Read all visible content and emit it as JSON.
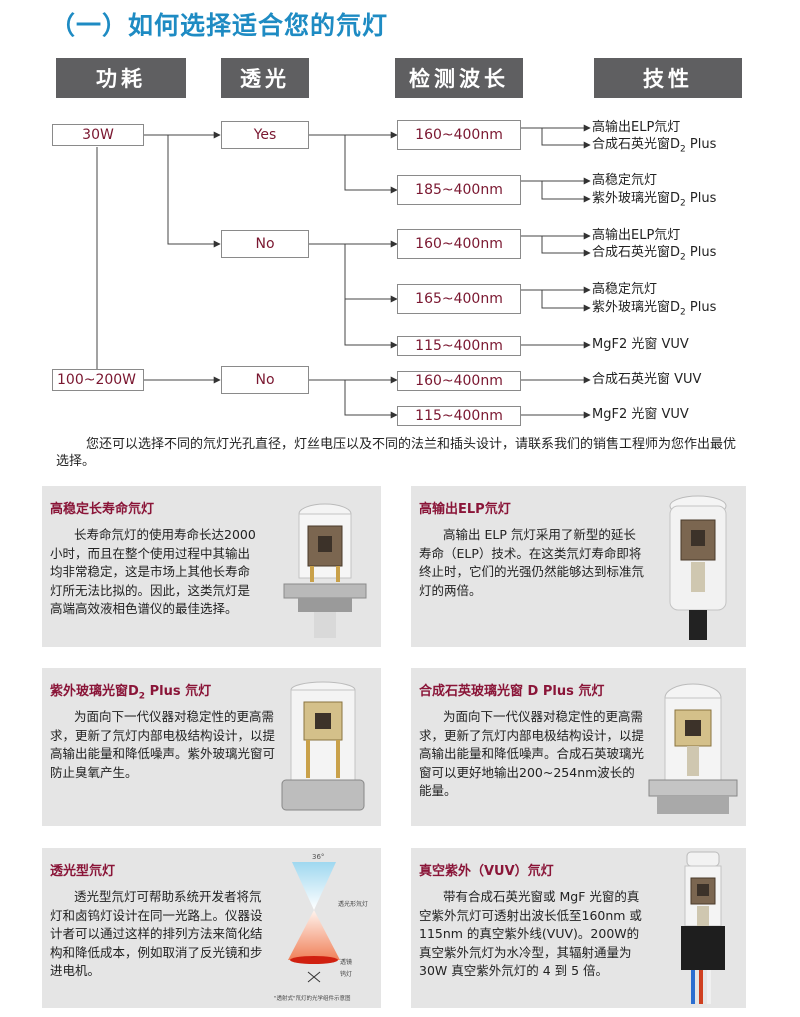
{
  "page_title": "（一）如何选择适合您的氘灯",
  "headers": [
    "功耗",
    "透光",
    "检测波长",
    "技性"
  ],
  "power": [
    "30W",
    "100~200W"
  ],
  "transmission": [
    "Yes",
    "No",
    "No"
  ],
  "wavelengths": [
    "160~400nm",
    "185~400nm",
    "160~400nm",
    "165~400nm",
    "115~400nm",
    "160~400nm",
    "115~400nm"
  ],
  "results": {
    "r1a": "高输出ELP氘灯",
    "r1b_pre": "合成石英光窗D",
    "r1b_sub": "2",
    "r1b_post": " Plus",
    "r2a": "高稳定氘灯",
    "r2b_pre": "紫外玻璃光窗D",
    "r2b_sub": "2",
    "r2b_post": " Plus",
    "r3a": "高输出ELP氘灯",
    "r3b_pre": "合成石英光窗D",
    "r3b_sub": "2",
    "r3b_post": " Plus",
    "r4a": "高稳定氘灯",
    "r4b_pre": "紫外玻璃光窗D",
    "r4b_sub": "2",
    "r4b_post": " Plus",
    "r5": "MgF2 光窗 VUV",
    "r6": "合成石英光窗 VUV",
    "r7": "MgF2 光窗 VUV"
  },
  "note": "您还可以选择不同的氘灯光孔直径，灯丝电压以及不同的法兰和插头设计，请联系我们的销售工程师为您作出最优选择。",
  "panels": [
    {
      "title": "高稳定长寿命氘灯",
      "body": "长寿命氘灯的使用寿命长达2000小时，而且在整个使用过程中其输出均非常稳定，这是市场上其他长寿命灯所无法比拟的。因此，这类氘灯是高端高效液相色谱仪的最佳选择。"
    },
    {
      "title": "高输出ELP氘灯",
      "body": "高输出 ELP 氘灯采用了新型的延长寿命（ELP）技术。在这类氘灯寿命即将终止时，它们的光强仍然能够达到标准氘灯的两倍。"
    },
    {
      "title_pre": "紫外玻璃光窗D",
      "title_sub": "2",
      "title_post": " Plus 氘灯",
      "body": "为面向下一代仪器对稳定性的更高需求，更新了氘灯内部电极结构设计，以提高输出能量和降低噪声。紫外玻璃光窗可防止臭氧产生。"
    },
    {
      "title": "合成石英玻璃光窗 D Plus 氘灯",
      "body": "为面向下一代仪器对稳定性的更高需求，更新了氘灯内部电极结构设计，以提高输出能量和降低噪声。合成石英玻璃光窗可以更好地输出200~254nm波长的能量。"
    },
    {
      "title": "透光型氘灯",
      "body": "透光型氘灯可帮助系统开发者将氘灯和卤钨灯设计在同一光路上。仪器设计者可以通过这样的排列方法来简化结构和降低成本，例如取消了反光镜和步进电机。"
    },
    {
      "title": "真空紫外（VUV）氘灯",
      "body": "带有合成石英光窗或 MgF 光窗的真空紫外氘灯可透射出波长低至160nm 或 115nm 的真空紫外线(VUV)。200W的真空紫外氘灯为水冷型，其辐射通量为 30W 真空紫外氘灯的 4 到 5 倍。"
    }
  ],
  "diagram_labels": {
    "angle": "36°",
    "deuterium": "透光形氘灯",
    "lens": "透镜",
    "tungsten": "钨灯",
    "caption": "\"透射式\"氘灯的光学组件示意图"
  },
  "colors": {
    "title": "#1e8bc3",
    "header_bg": "#5f5f61",
    "panel_bg": "#e5e5e5",
    "accent": "#8a1538",
    "box_text": "#7a1730"
  }
}
